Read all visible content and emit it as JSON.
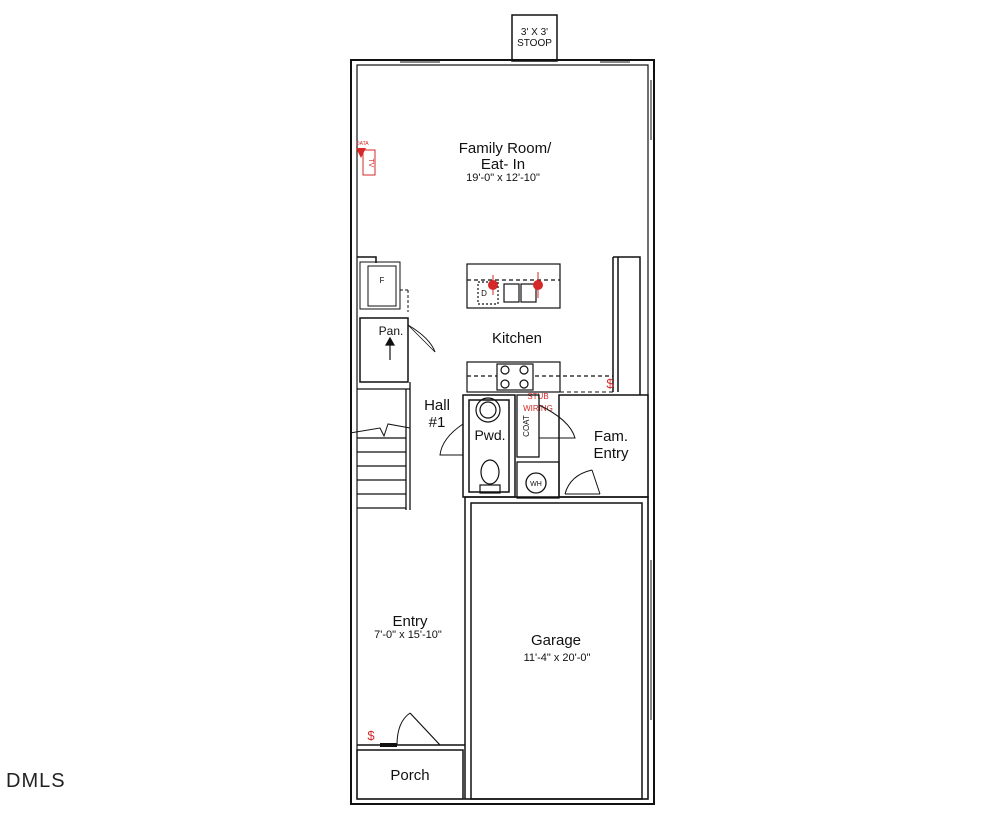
{
  "stoop": {
    "line1": "3' X 3'",
    "line2": "STOOP"
  },
  "rooms": {
    "family_room": {
      "name_line1": "Family Room/",
      "name_line2": "Eat- In",
      "dims": "19'-0\" x 12'-10\""
    },
    "kitchen": {
      "name": "Kitchen"
    },
    "pantry": {
      "name": "Pan."
    },
    "hall": {
      "name_line1": "Hall",
      "name_line2": "#1"
    },
    "powder": {
      "name": "Pwd."
    },
    "coat": {
      "name": "COAT"
    },
    "fam_entry": {
      "name_line1": "Fam.",
      "name_line2": "Entry"
    },
    "water_heater": {
      "name": "WH"
    },
    "entry": {
      "name": "Entry",
      "dims": "7'-0\" x 15'-10\""
    },
    "garage": {
      "name": "Garage",
      "dims": "11'-4\" x 20'-0\""
    },
    "porch": {
      "name": "Porch"
    }
  },
  "fixtures": {
    "fridge": "F",
    "dishwasher": "D",
    "tv": "TV",
    "data": "DATA"
  },
  "notes": {
    "stub_wiring_line1": "STUB",
    "stub_wiring_line2": "WIRING",
    "switch_symbol": "$"
  },
  "watermark": "DMLS",
  "colors": {
    "line": "#111111",
    "annotation": "#d62828",
    "background": "#ffffff"
  }
}
